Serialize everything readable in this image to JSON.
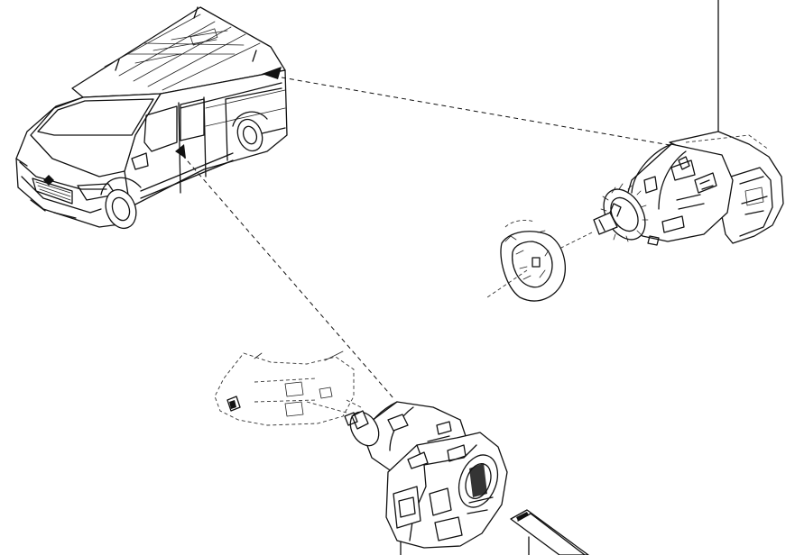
{
  "diagram": {
    "parts": [
      {
        "id": "van",
        "icon": "van-illustration"
      },
      {
        "id": "rear-door-lock-barrel",
        "icon": "lock-barrel-illustration"
      },
      {
        "id": "rear-lock-ring",
        "icon": "ring-illustration"
      },
      {
        "id": "side-door-lock-barrel",
        "icon": "lock-barrel-illustration"
      },
      {
        "id": "side-door-bracket",
        "icon": "bracket-illustration"
      },
      {
        "id": "trim-strip",
        "icon": "strip-illustration"
      }
    ],
    "leaders": [
      {
        "from": "van-rear",
        "to": "rear-door-lock-barrel"
      },
      {
        "from": "van-side-door",
        "to": "side-door-lock-barrel"
      }
    ]
  }
}
